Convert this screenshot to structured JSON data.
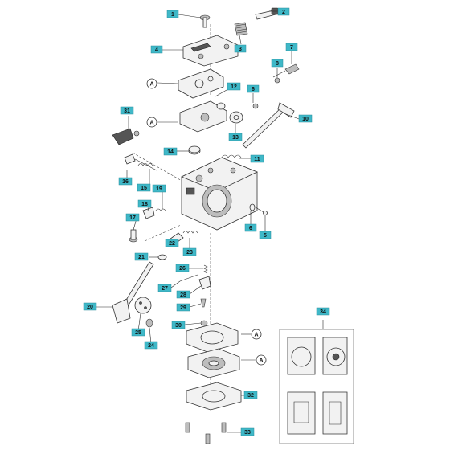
{
  "diagram": {
    "callouts": [
      "1",
      "2",
      "3",
      "4",
      "5",
      "6",
      "6",
      "7",
      "8",
      "10",
      "11",
      "12",
      "13",
      "14",
      "15",
      "16",
      "17",
      "18",
      "19",
      "20",
      "21",
      "22",
      "23",
      "24",
      "25",
      "26",
      "27",
      "28",
      "29",
      "30",
      "31",
      "32",
      "33",
      "34"
    ],
    "ref_marker": "A",
    "colors": {
      "tag": "#3fb8c8",
      "line": "#2a2a2a",
      "part": "#f2f2f2"
    }
  }
}
